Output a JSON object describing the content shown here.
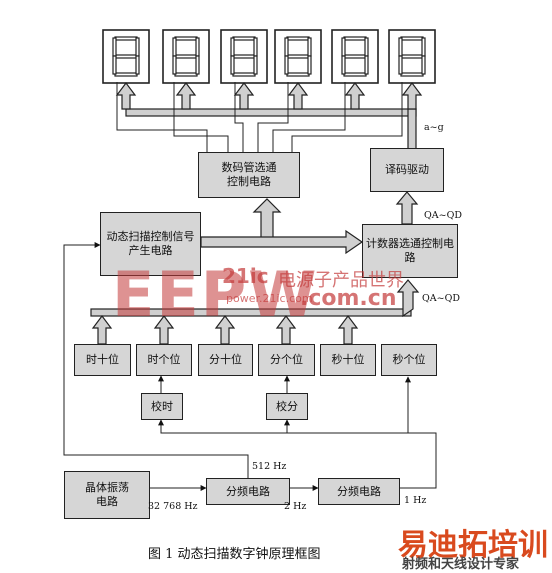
{
  "blocks": {
    "seg_ctrl": "数码管选通\n控制电路",
    "decoder": "译码驱动",
    "scan_gen": "动态扫描控制信号\n产生电路",
    "counter_sel": "计数器选通控制电\n路",
    "hour_tens": "时十位",
    "hour_units": "时个位",
    "min_tens": "分十位",
    "min_units": "分个位",
    "sec_tens": "秒十位",
    "sec_units": "秒个位",
    "set_hour": "校时",
    "set_min": "校分",
    "crystal": "晶体振荡\n电路",
    "div1": "分频电路",
    "div2": "分频电路"
  },
  "labels": {
    "a_to_g": "a~g",
    "qa_qd_top": "QA~QD",
    "qa_qd_bottom": "QA~QD",
    "f512": "512 Hz",
    "f32768": "32 768 Hz",
    "f2": "2 Hz",
    "f1": "1 Hz"
  },
  "caption": "图 1   动态扫描数字钟原理框图",
  "watermark": {
    "big": "EEPW",
    "ic": "21ic",
    "cn": "电源子产品世界",
    "url1": "power.21ic.com",
    "url2": ".com.cn",
    "logo_main": "易迪拓培训",
    "logo_sub": "射频和天线设计专家"
  },
  "colors": {
    "block_fill": "#d6d6d6",
    "arrow_fill": "#d0d0d0",
    "watermark": "#c43a3a",
    "logo": "#d94a1e"
  }
}
